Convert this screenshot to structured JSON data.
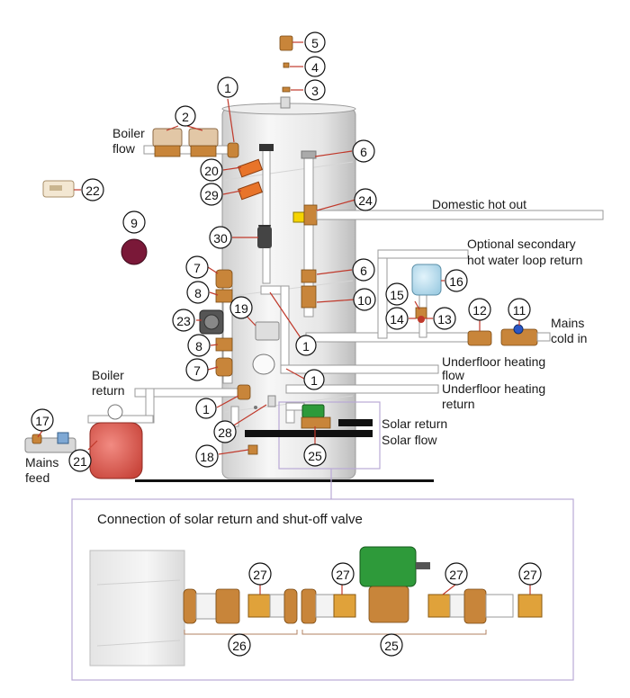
{
  "labels": {
    "boiler_flow_1": "Boiler",
    "boiler_flow_2": "flow",
    "domestic_hot_out": "Domestic hot out",
    "optional_1": "Optional secondary",
    "optional_2": "hot water loop return",
    "mains_cold_1": "Mains",
    "mains_cold_2": "cold in",
    "boiler_return_1": "Boiler",
    "boiler_return_2": "return",
    "ufh_flow_1": "Underfloor heating",
    "ufh_flow_2": "flow",
    "ufh_return_1": "Underfloor heating",
    "ufh_return_2": "return",
    "solar_return": "Solar return",
    "solar_flow": "Solar flow",
    "mains_feed_1": "Mains",
    "mains_feed_2": "feed"
  },
  "inset_title": "Connection of solar return and shut-off valve",
  "callouts": {
    "c1a": "1",
    "c1b": "1",
    "c1c": "1",
    "c1d": "1",
    "c2": "2",
    "c3": "3",
    "c4": "4",
    "c5": "5",
    "c6a": "6",
    "c6b": "6",
    "c7a": "7",
    "c7b": "7",
    "c8a": "8",
    "c8b": "8",
    "c9": "9",
    "c10": "10",
    "c11": "11",
    "c12": "12",
    "c13": "13",
    "c14": "14",
    "c15": "15",
    "c16": "16",
    "c17": "17",
    "c18": "18",
    "c19": "19",
    "c20": "20",
    "c21": "21",
    "c22": "22",
    "c23": "23",
    "c24": "24",
    "c25a": "25",
    "c28": "28",
    "c29": "29",
    "c30": "30",
    "i27a": "27",
    "i27b": "27",
    "i27c": "27",
    "i27d": "27",
    "i26": "26",
    "i25": "25"
  },
  "colors": {
    "brass": "#c8853a",
    "lead_line": "#c0392b",
    "expansion_vessel": "#d9534f",
    "actuator_orange": "#e8742a",
    "valve_green": "#2e9a3a",
    "inset_border": "#b9a9d6"
  }
}
